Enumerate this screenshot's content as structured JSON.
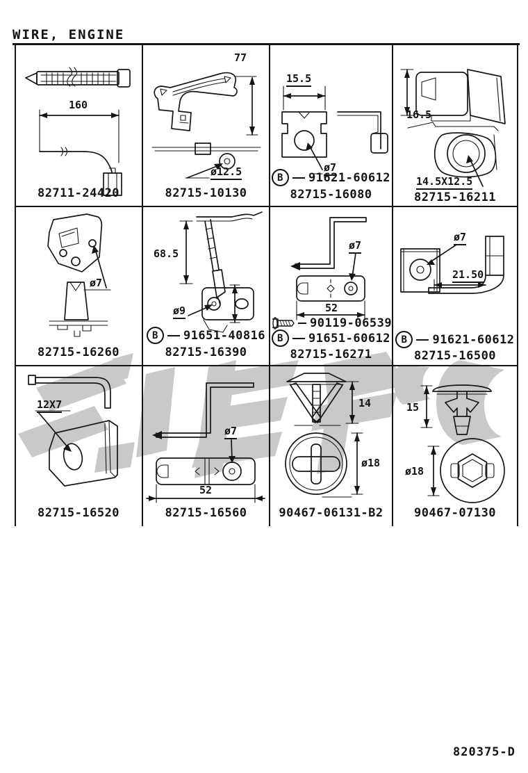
{
  "page": {
    "title": "WIRE, ENGINE",
    "doc_number": "820375-D",
    "bullet": "B"
  },
  "cells": [
    {
      "part": "82711-24420",
      "dim_length": "160"
    },
    {
      "part": "82715-10130",
      "dim_height": "77",
      "dim_hole": "ø12.5"
    },
    {
      "part": "82715-16080",
      "sub_part": "91621-60612",
      "dim_width": "15.5",
      "dim_hole": "ø7"
    },
    {
      "part": "82715-16211",
      "dim_height": "16.5",
      "dim_hole": "14.5X12.5"
    },
    {
      "part": "82715-16260",
      "dim_hole": "ø7"
    },
    {
      "part": "82715-16390",
      "sub_part": "91651-40816",
      "dim_height": "68.5",
      "dim_hole": "ø9"
    },
    {
      "part": "82715-16271",
      "sub_part": "91651-60612",
      "bolt_part": "90119-06539",
      "dim_hole": "ø7",
      "dim_width": "52"
    },
    {
      "part": "82715-16500",
      "sub_part": "91621-60612",
      "dim_hole": "ø7",
      "dim_width": "21.50"
    },
    {
      "part": "82715-16520",
      "dim_hole": "12X7"
    },
    {
      "part": "82715-16560",
      "dim_hole": "ø7",
      "dim_width": "52"
    },
    {
      "part": "90467-06131-B2",
      "dim_height": "14",
      "dim_dia": "ø18"
    },
    {
      "part": "90467-07130",
      "dim_height": "15",
      "dim_dia": "ø18"
    }
  ]
}
